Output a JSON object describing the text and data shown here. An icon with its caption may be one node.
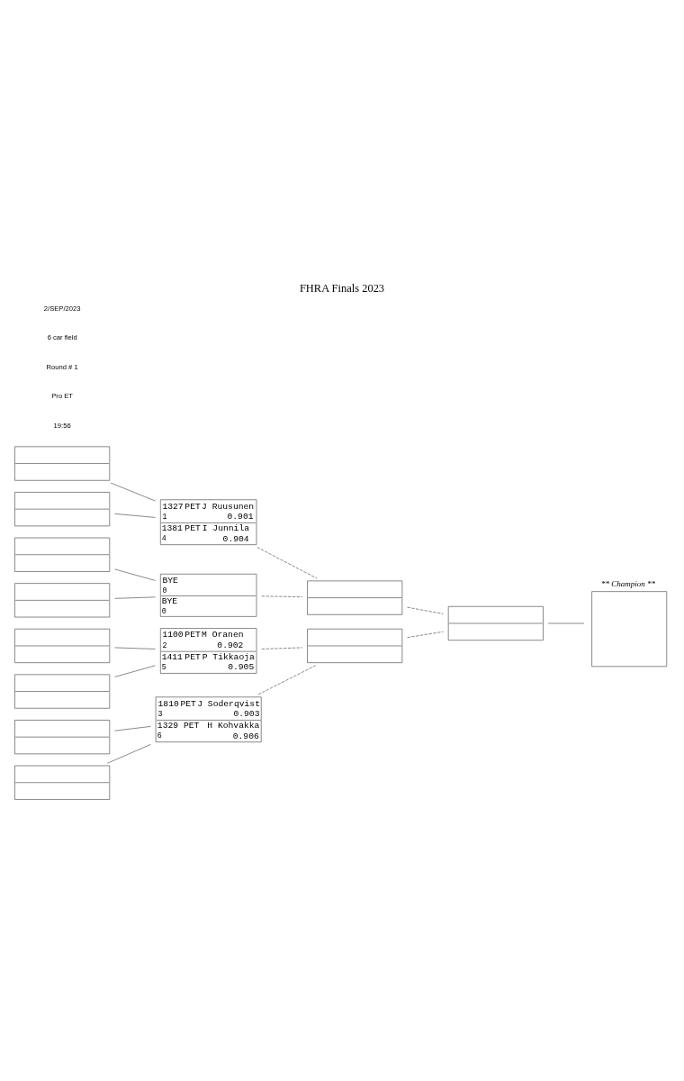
{
  "diagram": {
    "title": "FHRA Finals 2023",
    "nodes": [
      {
        "text": [],
        "shape": "box"
      },
      {
        "text": [],
        "shape": "box"
      },
      {
        "text": [],
        "shape": "box"
      },
      {
        "text": [],
        "shape": "box"
      },
      {
        "text": [],
        "shape": "box"
      },
      {
        "text": [],
        "shape": "box"
      },
      {
        "text": [],
        "shape": "box"
      },
      {
        "text": [],
        "shape": "box"
      },
      {
        "text": [
          "1327",
          "PET",
          "J Ruusunen",
          "1",
          "0.901",
          "1381",
          "PET",
          "I Junnila",
          "4",
          "0.904"
        ]
      },
      {
        "text": [
          "BYE",
          "0",
          "BYE",
          "0"
        ]
      },
      {
        "text": [
          "1100",
          "PET",
          "M Oranen",
          "2",
          "0.902",
          "1411",
          "PET",
          "P Tikkaoja",
          "5",
          "0.905"
        ]
      },
      {
        "text": [
          "1810",
          "PET",
          "J Soderqvist",
          "3",
          "0.903",
          "1329",
          "PET",
          "H Kohvakka",
          "6",
          "0.906"
        ]
      },
      {
        "text": [],
        "shape": "box"
      },
      {
        "text": [],
        "shape": "box"
      },
      {
        "text": [],
        "shape": "box"
      },
      {
        "text": [
          "** Champion **"
        ]
      }
    ],
    "edges": [
      {
        "from": 0,
        "to": 8,
        "arrow": "none"
      },
      {
        "from": 1,
        "to": 8,
        "arrow": "none"
      },
      {
        "from": 2,
        "to": 9,
        "arrow": "none"
      },
      {
        "from": 3,
        "to": 9,
        "arrow": "none"
      },
      {
        "from": 4,
        "to": 10,
        "arrow": "none"
      },
      {
        "from": 5,
        "to": 10,
        "arrow": "none"
      },
      {
        "from": 6,
        "to": 11,
        "arrow": "none"
      },
      {
        "from": 7,
        "to": 11,
        "arrow": "none"
      },
      {
        "from": 8,
        "to": 12,
        "arrow": "none",
        "style": "dashed"
      },
      {
        "from": 9,
        "to": 12,
        "arrow": "none",
        "style": "dashed"
      },
      {
        "from": 10,
        "to": 13,
        "arrow": "none",
        "style": "dashed"
      },
      {
        "from": 11,
        "to": 13,
        "arrow": "none",
        "style": "dashed"
      },
      {
        "from": 12,
        "to": 14,
        "arrow": "none",
        "style": "dashed"
      },
      {
        "from": 13,
        "to": 14,
        "arrow": "none",
        "style": "dashed"
      },
      {
        "from": 14,
        "to": 15,
        "arrow": "none"
      }
    ],
    "labels": [
      "2/SEP/2023",
      "6 car field",
      "Round # 1",
      "Pro ET",
      "19:56"
    ]
  }
}
